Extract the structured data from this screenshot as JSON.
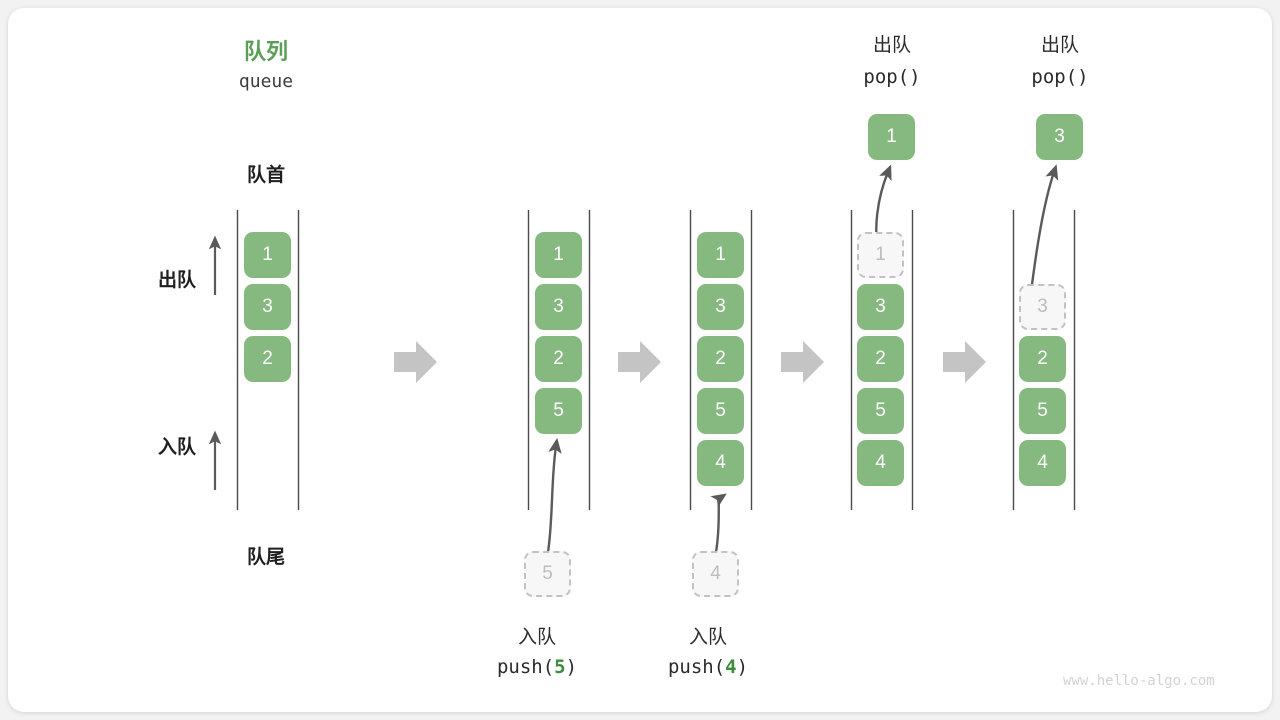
{
  "diagram": {
    "title_cn": "队列",
    "title_code": "queue",
    "front_label": "队首",
    "rear_label": "队尾",
    "dequeue_label": "出队",
    "enqueue_label": "入队",
    "watermark": "www.hello-algo.com",
    "accent_green": "#85b97f",
    "title_green": "#5b9e55",
    "arrow_gray": "#c4c4c4",
    "rail_gray": "#4b4b4b",
    "ghost_gray": "#bdbdbd"
  },
  "stages": [
    {
      "id": "stage-initial",
      "header_cn": "",
      "header_code": "",
      "cells": [
        "1",
        "3",
        "2"
      ],
      "ghost_index": -1,
      "popped": null,
      "push_value": null,
      "push_label_cn": "",
      "push_label_code": ""
    },
    {
      "id": "stage-push-5",
      "header_cn": "",
      "header_code": "",
      "cells": [
        "1",
        "3",
        "2",
        "5"
      ],
      "ghost_index": -1,
      "popped": null,
      "push_value": "5",
      "push_label_cn": "入队",
      "push_label_code_prefix": "push(",
      "push_label_code_arg": "5",
      "push_label_code_suffix": ")"
    },
    {
      "id": "stage-push-4",
      "header_cn": "",
      "header_code": "",
      "cells": [
        "1",
        "3",
        "2",
        "5",
        "4"
      ],
      "ghost_index": -1,
      "popped": null,
      "push_value": "4",
      "push_label_cn": "入队",
      "push_label_code_prefix": "push(",
      "push_label_code_arg": "4",
      "push_label_code_suffix": ")"
    },
    {
      "id": "stage-pop-1",
      "header_cn": "出队",
      "header_code": "pop()",
      "cells": [
        "1",
        "3",
        "2",
        "5",
        "4"
      ],
      "ghost_index": 0,
      "popped": "1",
      "push_value": null
    },
    {
      "id": "stage-pop-3",
      "header_cn": "出队",
      "header_code": "pop()",
      "cells": [
        "3",
        "2",
        "5",
        "4"
      ],
      "ghost_index": 0,
      "popped": "3",
      "push_value": null
    }
  ],
  "connectors": {
    "count": 4,
    "glyph": "block-arrow-right"
  }
}
